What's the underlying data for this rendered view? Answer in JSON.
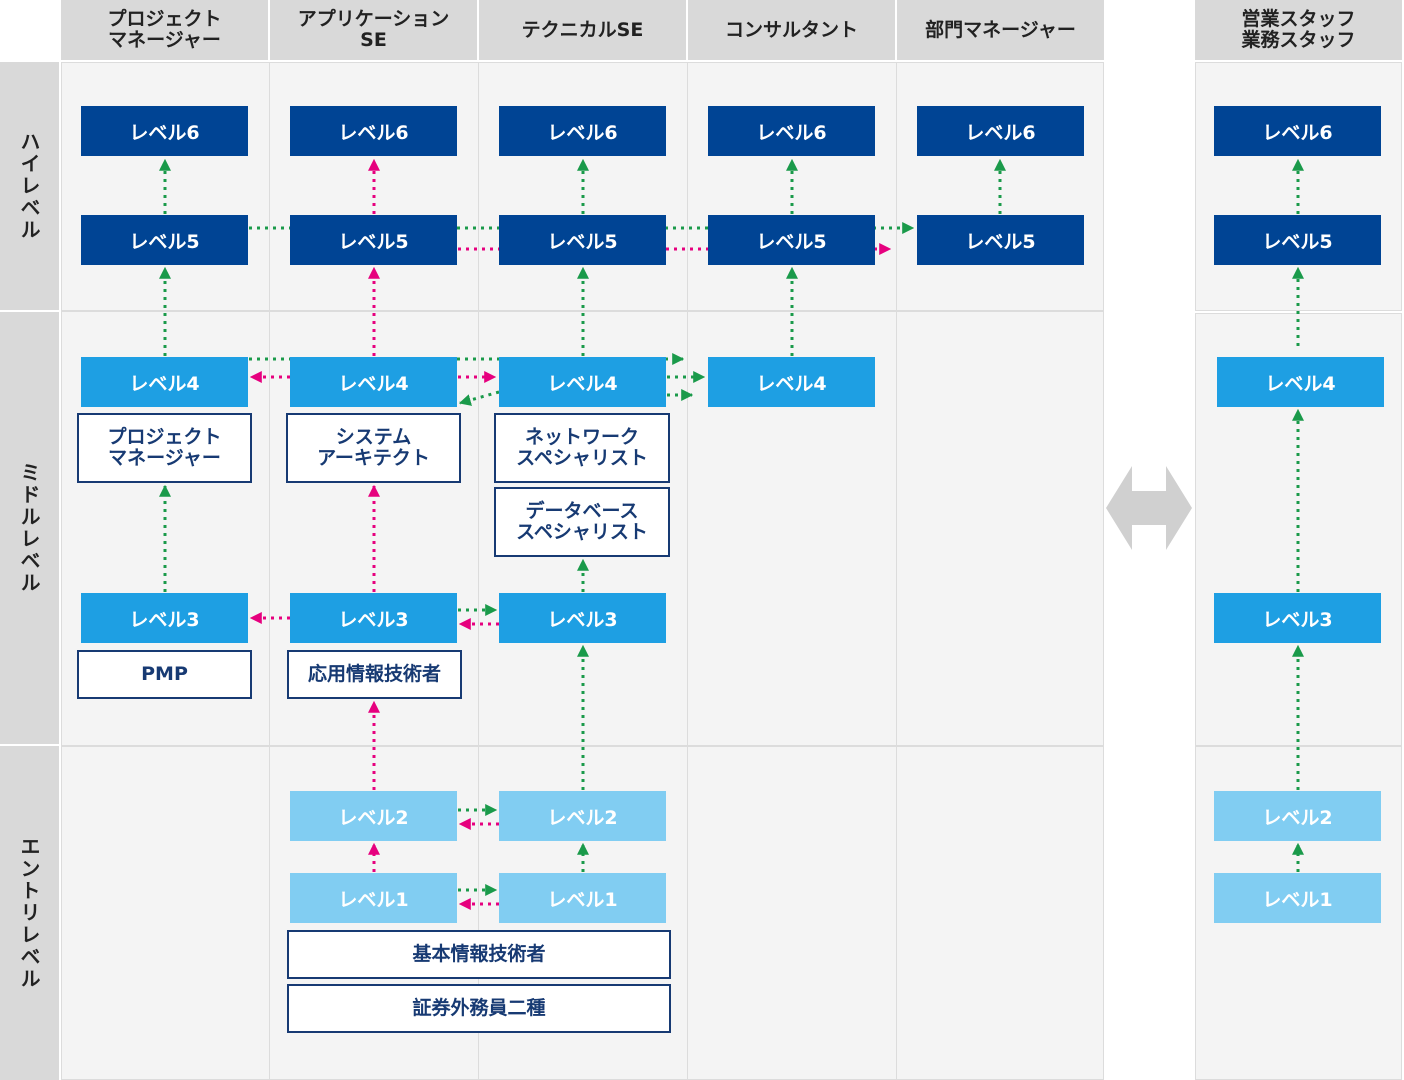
{
  "colors": {
    "header_bg": "#d9d9d9",
    "level_dark": "#004494",
    "level_mid": "#1e9fe3",
    "level_light": "#81cdf2",
    "cert_border": "#173a73",
    "arrow_green": "#1a9a4a",
    "arrow_pink": "#e6007e"
  },
  "columns": [
    "プロジェクト\nマネージャー",
    "アプリケーション\nSE",
    "テクニカルSE",
    "コンサルタント",
    "部門マネージャー"
  ],
  "side_column": "営業スタッフ\n業務スタッフ",
  "rows": [
    "ハイレベル",
    "ミドルレベル",
    "エントリレベル"
  ],
  "levels": {
    "l1": "レベル1",
    "l2": "レベル2",
    "l3": "レベル3",
    "l4": "レベル4",
    "l5": "レベル5",
    "l6": "レベル6"
  },
  "certs": {
    "pm": "プロジェクト\nマネージャー",
    "sa": "システム\nアーキテクト",
    "ns": "ネットワーク\nスペシャリスト",
    "ds": "データベース\nスペシャリスト",
    "pmp": "PMP",
    "ap": "応用情報技術者",
    "fe": "基本情報技術者",
    "sec": "証券外務員二種"
  },
  "icons": {
    "exchange": "double-arrow-icon"
  }
}
